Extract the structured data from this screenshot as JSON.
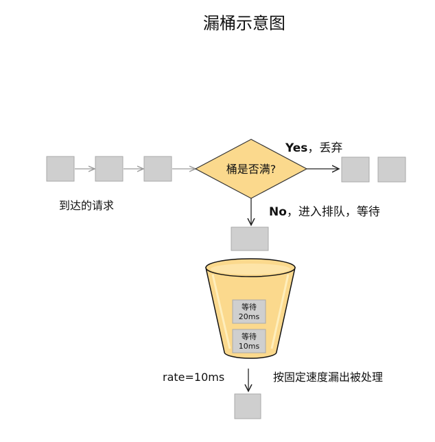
{
  "title": "漏桶示意图",
  "decision": "桶是否满?",
  "incoming_label": "到达的请求",
  "yes_prefix": "Yes",
  "yes_text": "，丢弃",
  "no_prefix": "No",
  "no_text": "，进入排队，等待",
  "bucket_items": [
    {
      "line1": "等待",
      "line2": "20ms"
    },
    {
      "line1": "等待",
      "line2": "10ms"
    }
  ],
  "rate_label": "rate=10ms",
  "process_label": "按固定速度漏出被处理",
  "colors": {
    "box_fill": "#cfcfcf",
    "box_stroke": "#a9a9a9",
    "diamond_fill": "#fbd98d",
    "bucket_fill": "#fbd98d",
    "bucket_stroke": "#111111",
    "arrow_gray": "#9a9a9a",
    "arrow_dark": "#222222"
  }
}
